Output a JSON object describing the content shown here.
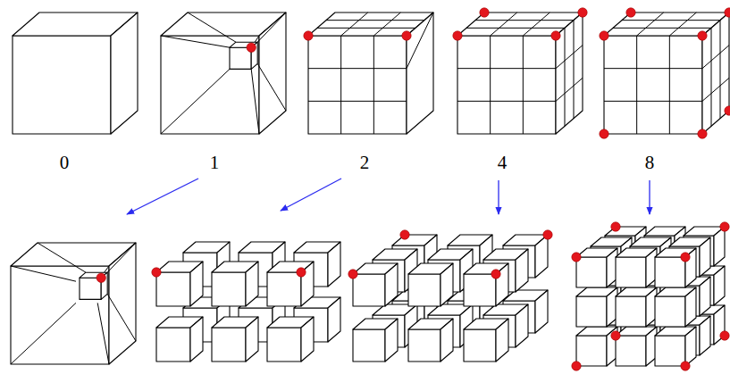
{
  "diagram": {
    "labels": [
      "0",
      "1",
      "2",
      "4",
      "8"
    ]
  }
}
